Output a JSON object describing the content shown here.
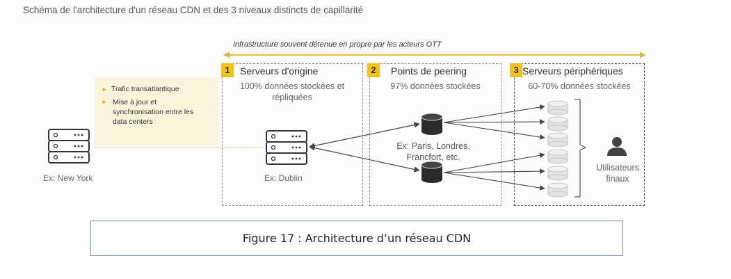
{
  "title": "Schéma de l'architecture d'un réseau CDN et des 3 niveaux distincts de capillarité",
  "infrastructure_label": "Infrastructure souvent détenue en propre par les acteurs OTT",
  "transatlantic_panel": {
    "bullets": [
      "Trafic transatlantique",
      "Mise à jour et synchronisation entre les data centers"
    ]
  },
  "new_york": {
    "caption": "Ex: New York"
  },
  "columns": [
    {
      "number": "1",
      "title": "Serveurs d'origine",
      "subtitle_lines": [
        "100% données stockées et",
        "répliquées"
      ],
      "caption": "Ex: Dublin"
    },
    {
      "number": "2",
      "title": "Points de peering",
      "subtitle_lines": [
        "97% données stockées"
      ],
      "caption_lines": [
        "Ex: Paris, Londres,",
        "Francfort, etc."
      ]
    },
    {
      "number": "3",
      "title": "Serveurs périphériques",
      "subtitle_lines": [
        "60-70% données stockées"
      ],
      "users_lines": [
        "Utilisateurs",
        "finaux"
      ]
    }
  ],
  "figure_caption": "Figure 17 : Architecture d’un réseau CDN",
  "colors": {
    "accent_yellow": "#f2c21b",
    "panel_yellow": "#fbf5db",
    "arrow": "#444444",
    "db_dark": "#2b2b2b",
    "db_light": "#e0e0e0",
    "caption_border": "#7a8fb8"
  },
  "icons": [
    "server-rack-icon",
    "database-icon",
    "user-icon"
  ]
}
